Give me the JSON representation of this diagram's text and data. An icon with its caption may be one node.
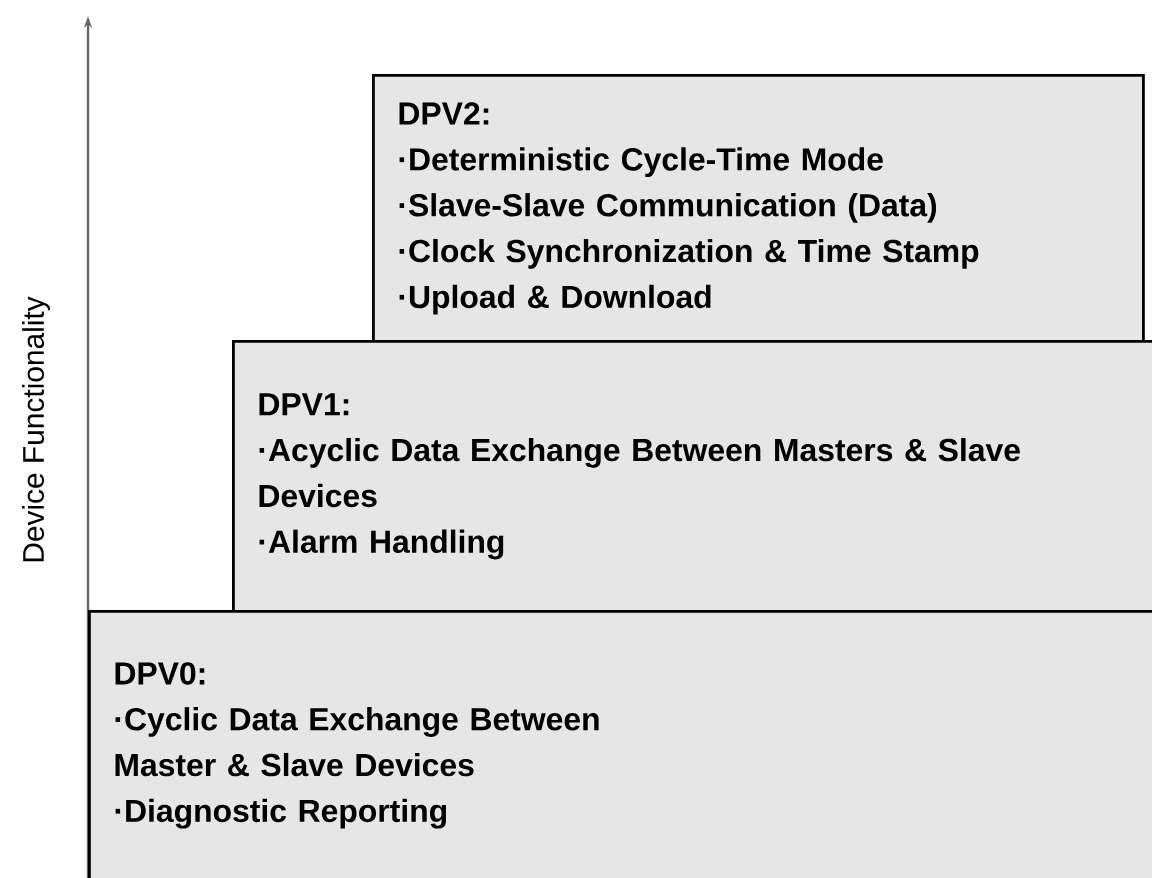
{
  "diagram": {
    "nodes": [
      {
        "text": [
          "DPV2:",
          "·Deterministic Cycle-Time Mode",
          "·Slave-Slave Communication (Data)",
          "·Clock Synchronization & Time Stamp",
          "·Upload & Download"
        ]
      },
      {
        "text": [
          "DPV1:",
          "·Acyclic Data Exchange Between Masters & Slave Devices",
          "·Alarm Handling"
        ]
      },
      {
        "text": [
          "DPV0:",
          "·Cyclic Data Exchange Between Master & Slave Devices",
          "·Diagnostic Reporting"
        ]
      }
    ],
    "labels": [
      "Device Functionality"
    ]
  }
}
